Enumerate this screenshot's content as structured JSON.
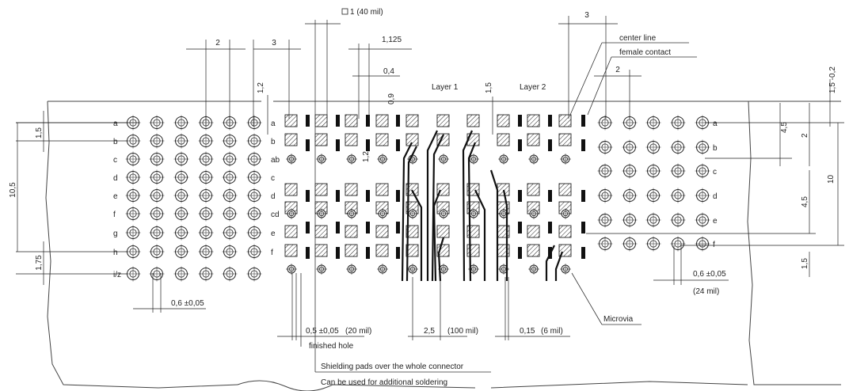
{
  "rows_left": [
    "a",
    "b",
    "c",
    "d",
    "e",
    "f",
    "g",
    "h",
    "i/z"
  ],
  "rows_mid": [
    "a",
    "b",
    "ab",
    "c",
    "d",
    "cd",
    "e",
    "f"
  ],
  "rows_right": [
    "a",
    "b",
    "c",
    "d",
    "e",
    "f"
  ],
  "layers": [
    "Layer 1",
    "Layer 2"
  ],
  "dims_top": [
    "2",
    "3",
    "1 (40 mil)",
    "1,125",
    "0,4",
    "1,2",
    "1,5",
    "0,9",
    "1,2",
    "3",
    "2",
    "1,5 -0,2"
  ],
  "dims_left": [
    "1,5",
    "10,5",
    "1,75"
  ],
  "dims_right": [
    "4,5",
    "2",
    "10",
    "4,5",
    "1,5"
  ],
  "dims_bottom": [
    "0,6 ±0,05",
    "0,5 ±0,05",
    "(20 mil)",
    "2,5",
    "(100 mil)",
    "0,15",
    "(6 mil)",
    "0,6 ±0,05",
    "(24 mil)"
  ],
  "callouts": {
    "center_line": "center line",
    "female_contact": "female contact",
    "microvia": "Microvia",
    "finished_hole": "finished hole",
    "shielding": "Shielding pads over the whole connector",
    "soldering": "Can be used for additional soldering"
  },
  "icons": {
    "pad_square": "square-pad-icon",
    "pad_round": "round-pad-icon"
  }
}
